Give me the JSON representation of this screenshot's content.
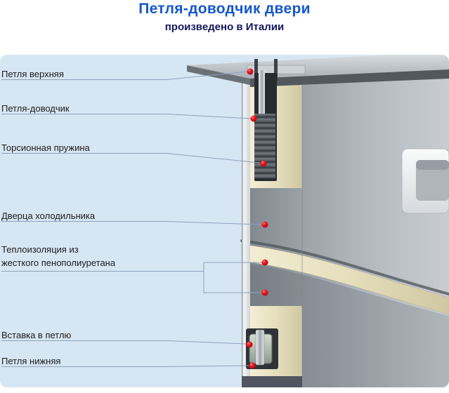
{
  "header": {
    "title": "Петля-доводчик двери",
    "subtitle": "произведено в Италии"
  },
  "colors": {
    "title_blue": "#1557cc",
    "subtitle_navy": "#15155c",
    "panel_bg": "#d7e6f3",
    "callout_line": "#8ba2bd",
    "callout_dot_red": "#e30613",
    "insulation_cream": "#e6dfbd",
    "door_metal_gray": "#9aa1a8",
    "slot_dark": "#272c31",
    "handle_white": "#f5f6f7"
  },
  "labels": [
    {
      "text": "Петля верхняя"
    },
    {
      "text": "Петля-доводчик"
    },
    {
      "text": "Торсионная пружина"
    },
    {
      "text": "Дверца холодильника"
    },
    {
      "lines": [
        "Теплоизоляция из",
        "жесткого пенополиуретана"
      ]
    },
    {
      "text": "Вставка в петлю"
    },
    {
      "text": "Петля нижняя"
    }
  ]
}
